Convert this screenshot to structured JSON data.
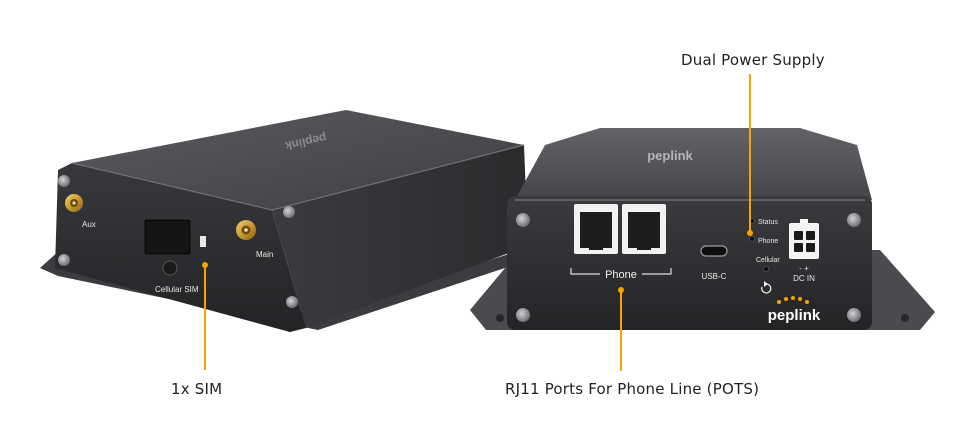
{
  "callouts": {
    "dual_power": "Dual Power Supply",
    "sim": "1x SIM",
    "rj11": "RJ11 Ports For Phone Line (POTS)"
  },
  "left_device": {
    "port_aux": "Aux",
    "port_main": "Main",
    "port_sim": "Cellular SIM",
    "top_logo": "peplink"
  },
  "right_device": {
    "top_logo": "peplink",
    "phone_label": "Phone",
    "usb_label": "USB-C",
    "led_status": "Status",
    "led_phone": "Phone",
    "led_cellular": "Cellular",
    "dc_polarity": "- +",
    "dc_in": "DC IN",
    "brand": "peplink"
  },
  "colors": {
    "callout_line": "#f5a400",
    "brand_dots": "#f5a400",
    "body": "#4a4b4d",
    "face": "#2c2d2f"
  }
}
